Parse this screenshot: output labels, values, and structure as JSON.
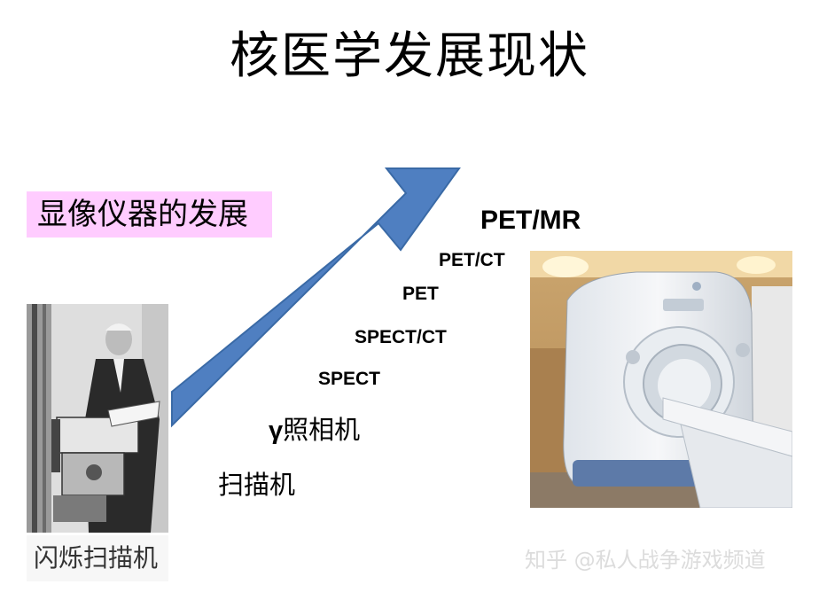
{
  "title": "核医学发展现状",
  "section_label": "显像仪器的发展",
  "stages": {
    "petmr": "PET/MR",
    "petct": "PET/CT",
    "pet": "PET",
    "spectct": "SPECT/CT",
    "spect": "SPECT",
    "gamma_symbol": "γ",
    "gamma_text": "照相机",
    "scanner": "扫描机"
  },
  "photo_caption": "闪烁扫描机",
  "watermark": "知乎 @私人战争游戏频道",
  "colors": {
    "arrow_fill": "#4f7fc1",
    "arrow_stroke": "#3a6aa6",
    "label_bg": "#ffccff"
  }
}
